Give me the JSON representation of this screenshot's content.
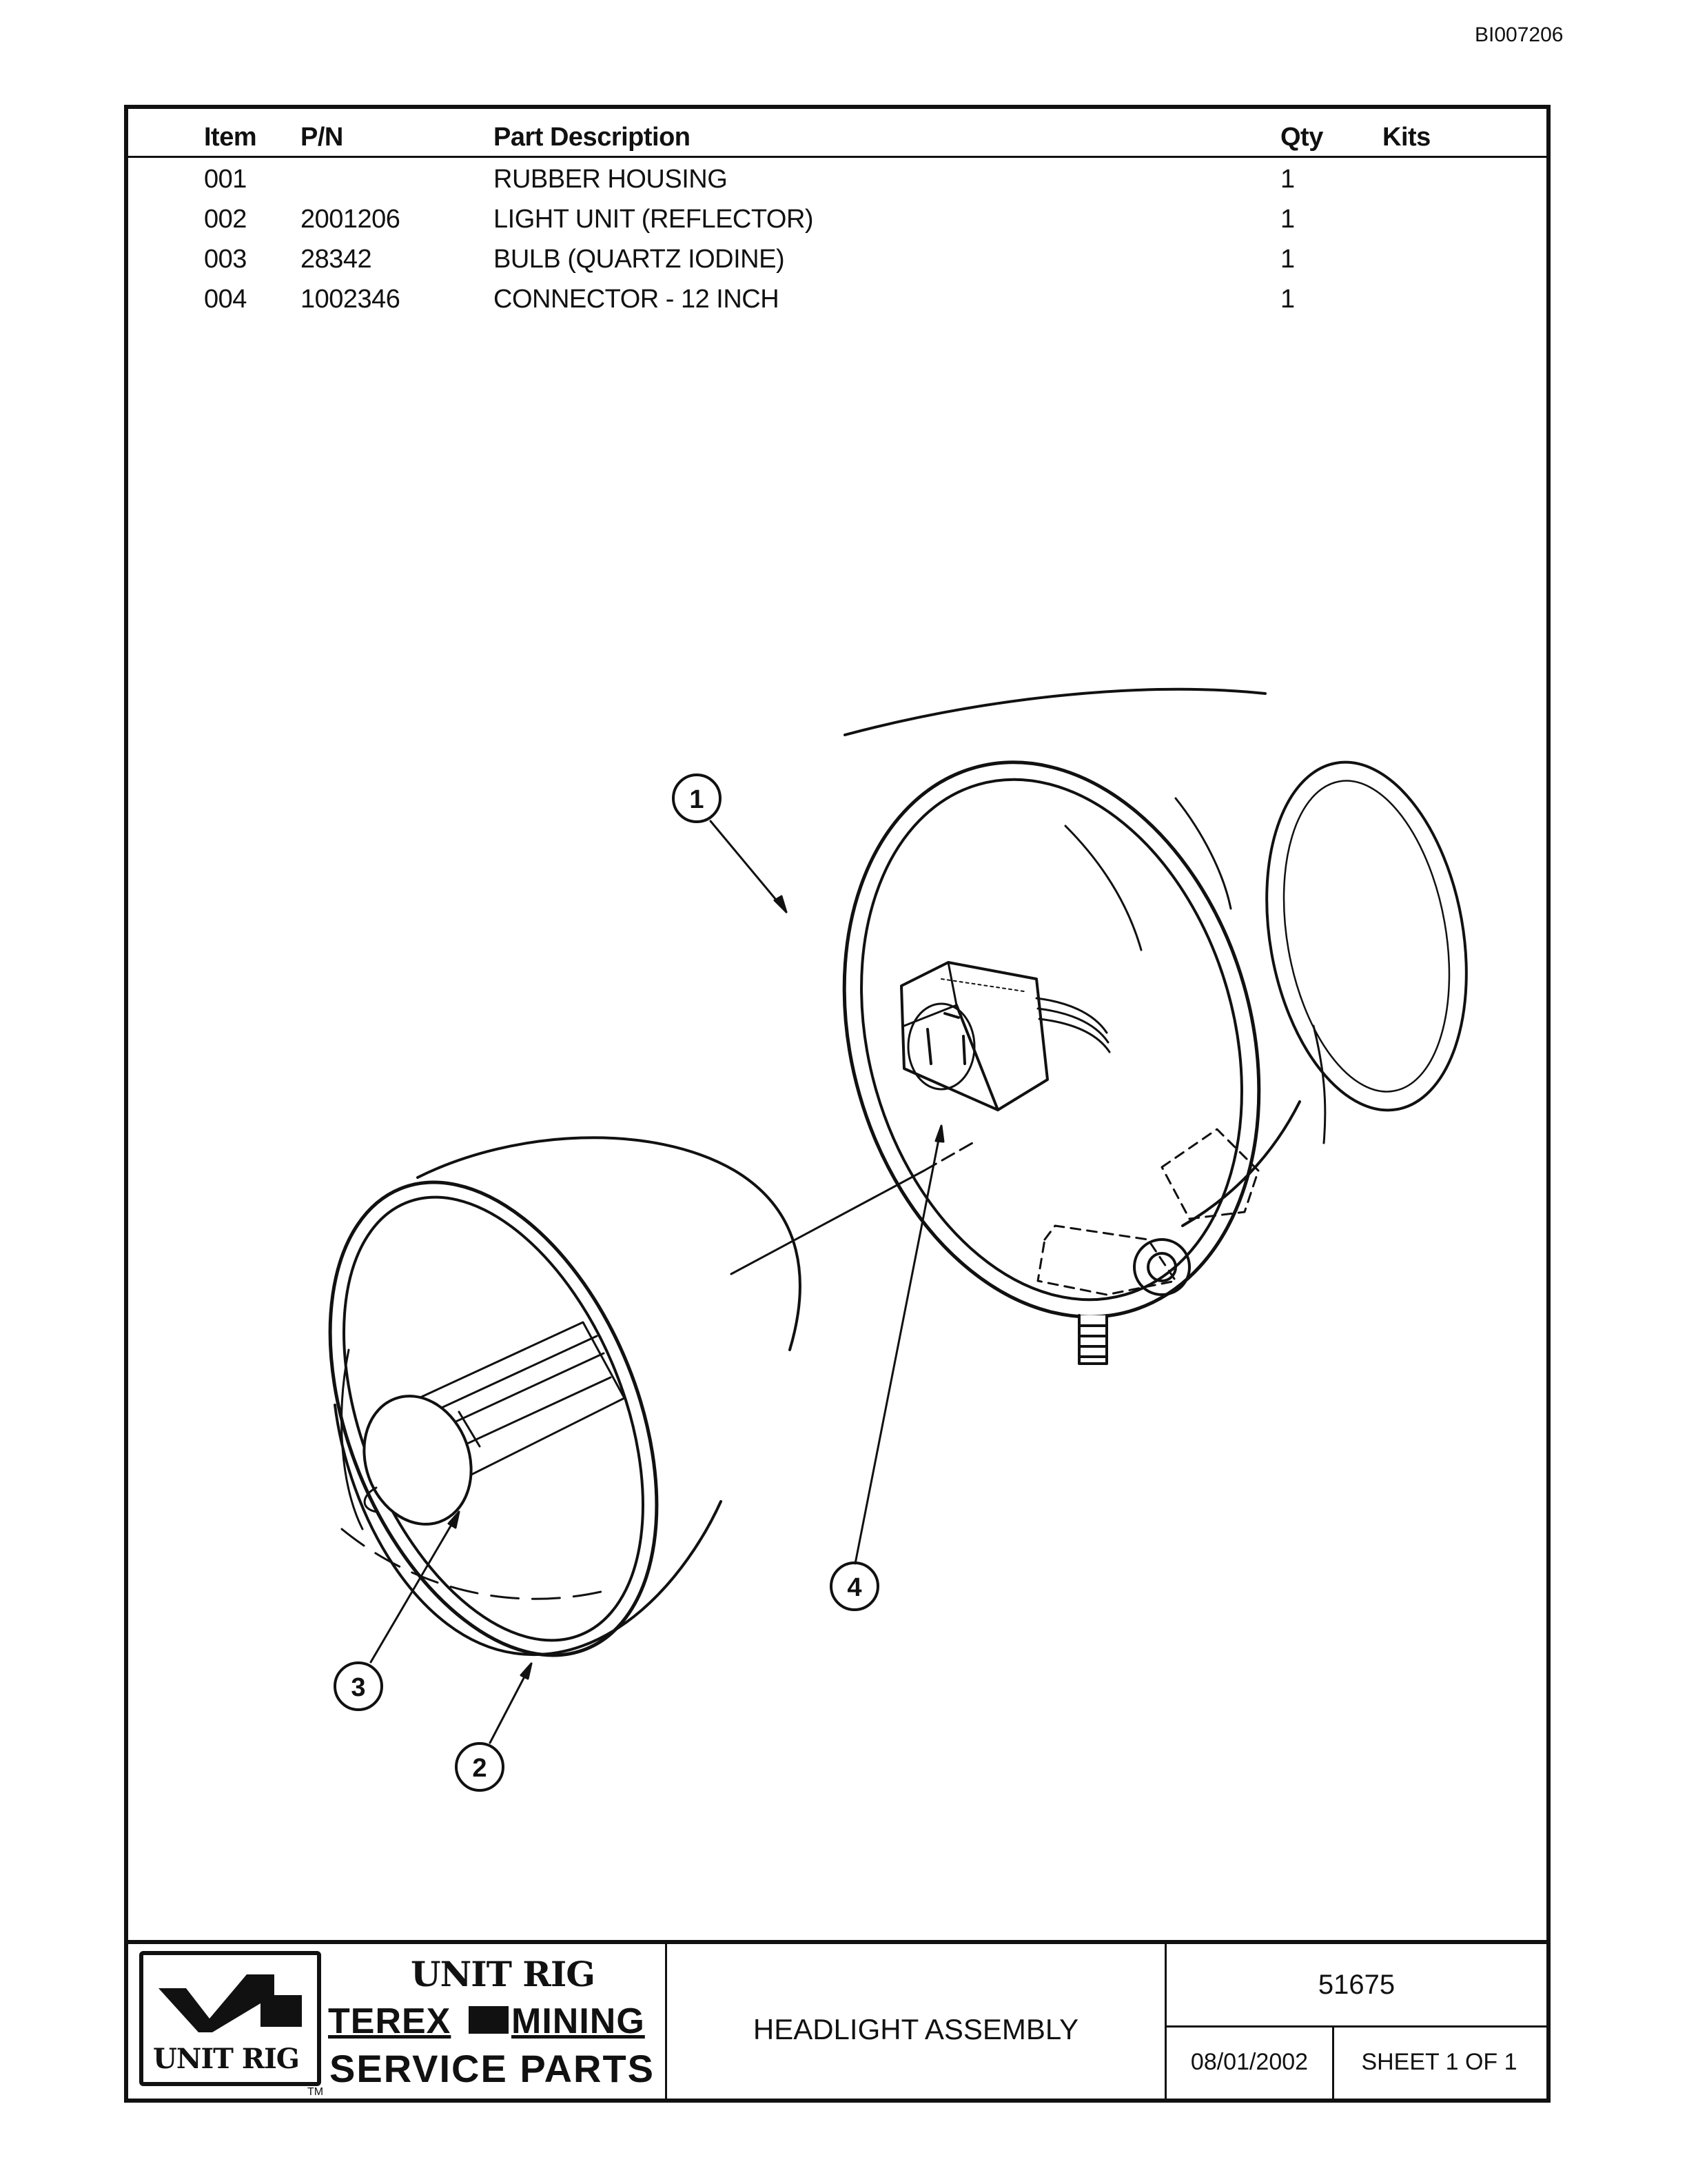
{
  "doc_id": "BI007206",
  "table": {
    "headers": {
      "item": "Item",
      "pn": "P/N",
      "desc": "Part Description",
      "qty": "Qty",
      "kits": "Kits"
    },
    "rows": [
      {
        "item": "001",
        "pn": "",
        "desc": "RUBBER HOUSING",
        "qty": "1",
        "kits": ""
      },
      {
        "item": "002",
        "pn": "2001206",
        "desc": "LIGHT UNIT (REFLECTOR)",
        "qty": "1",
        "kits": ""
      },
      {
        "item": "003",
        "pn": "28342",
        "desc": "BULB (QUARTZ IODINE)",
        "qty": "1",
        "kits": ""
      },
      {
        "item": "004",
        "pn": "1002346",
        "desc": "CONNECTOR - 12 INCH",
        "qty": "1",
        "kits": ""
      }
    ]
  },
  "callouts": [
    "1",
    "2",
    "3",
    "4"
  ],
  "title_block": {
    "brand_line1": "UNIT RIG",
    "brand_line2_left": "TEREX",
    "brand_line2_right": "MINING",
    "brand_line3": "SERVICE PARTS",
    "logo_text": "UNIT RIG",
    "trademark": "TM",
    "title": "HEADLIGHT ASSEMBLY",
    "drawing_number": "51675",
    "date": "08/01/2002",
    "sheet": "SHEET 1 OF 1"
  }
}
